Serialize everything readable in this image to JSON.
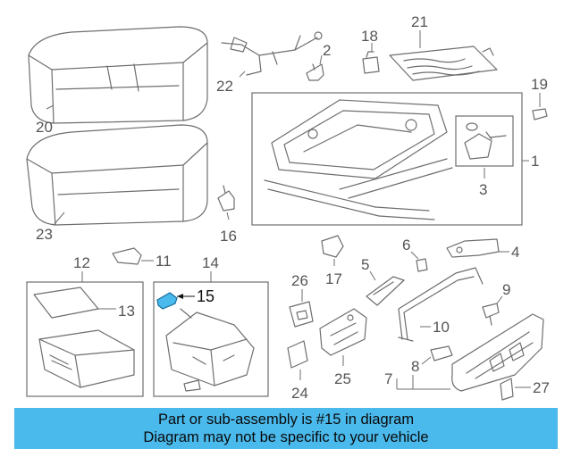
{
  "banner": {
    "line1": "Part or sub-assembly is #15 in diagram",
    "line2": "Diagram may not be specific to your vehicle"
  },
  "highlight": {
    "part": "15",
    "color": "#4ab9ec"
  },
  "callouts": {
    "c1": "1",
    "c2": "2",
    "c3": "3",
    "c4": "4",
    "c5": "5",
    "c6": "6",
    "c7": "7",
    "c8": "8",
    "c9": "9",
    "c10": "10",
    "c11": "11",
    "c12": "12",
    "c13": "13",
    "c14": "14",
    "c15": "15",
    "c16": "16",
    "c17": "17",
    "c18": "18",
    "c19": "19",
    "c20": "20",
    "c21": "21",
    "c22": "22",
    "c23": "23",
    "c24": "24",
    "c25": "25",
    "c26": "26",
    "c27": "27"
  }
}
